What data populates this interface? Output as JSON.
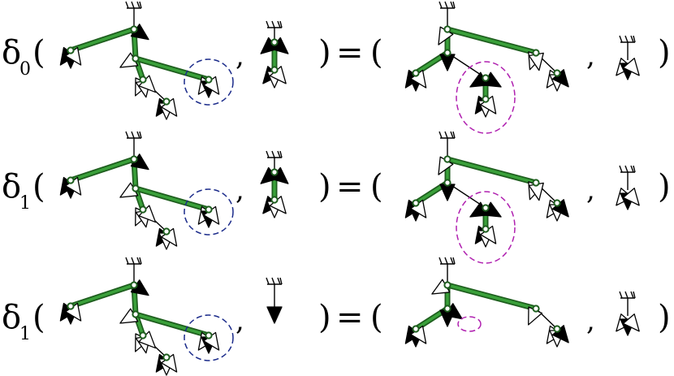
{
  "rows": [
    {
      "operator": {
        "symbol": "δ",
        "index": "0"
      },
      "open_paren": "(",
      "comma_left": ",",
      "close_paren_left": ")",
      "equals": "=",
      "open_paren_right": "(",
      "comma_right": ",",
      "close_paren_right": ")"
    },
    {
      "operator": {
        "symbol": "δ",
        "index": "1"
      },
      "open_paren": "(",
      "comma_left": ",",
      "close_paren_left": ")",
      "equals": "=",
      "open_paren_right": "(",
      "comma_right": ",",
      "close_paren_right": ")"
    },
    {
      "operator": {
        "symbol": "δ",
        "index": "1"
      },
      "open_paren": "(",
      "comma_left": ",",
      "close_paren_left": ")",
      "equals": "=",
      "open_paren_right": "(",
      "comma_right": ",",
      "close_paren_right": ")"
    }
  ],
  "colors": {
    "highlight_edge": "#3aa03a",
    "highlight_edge_dark": "#1e5e1e",
    "circle_left": "#1a2a8a",
    "circle_right": "#b020b0"
  }
}
